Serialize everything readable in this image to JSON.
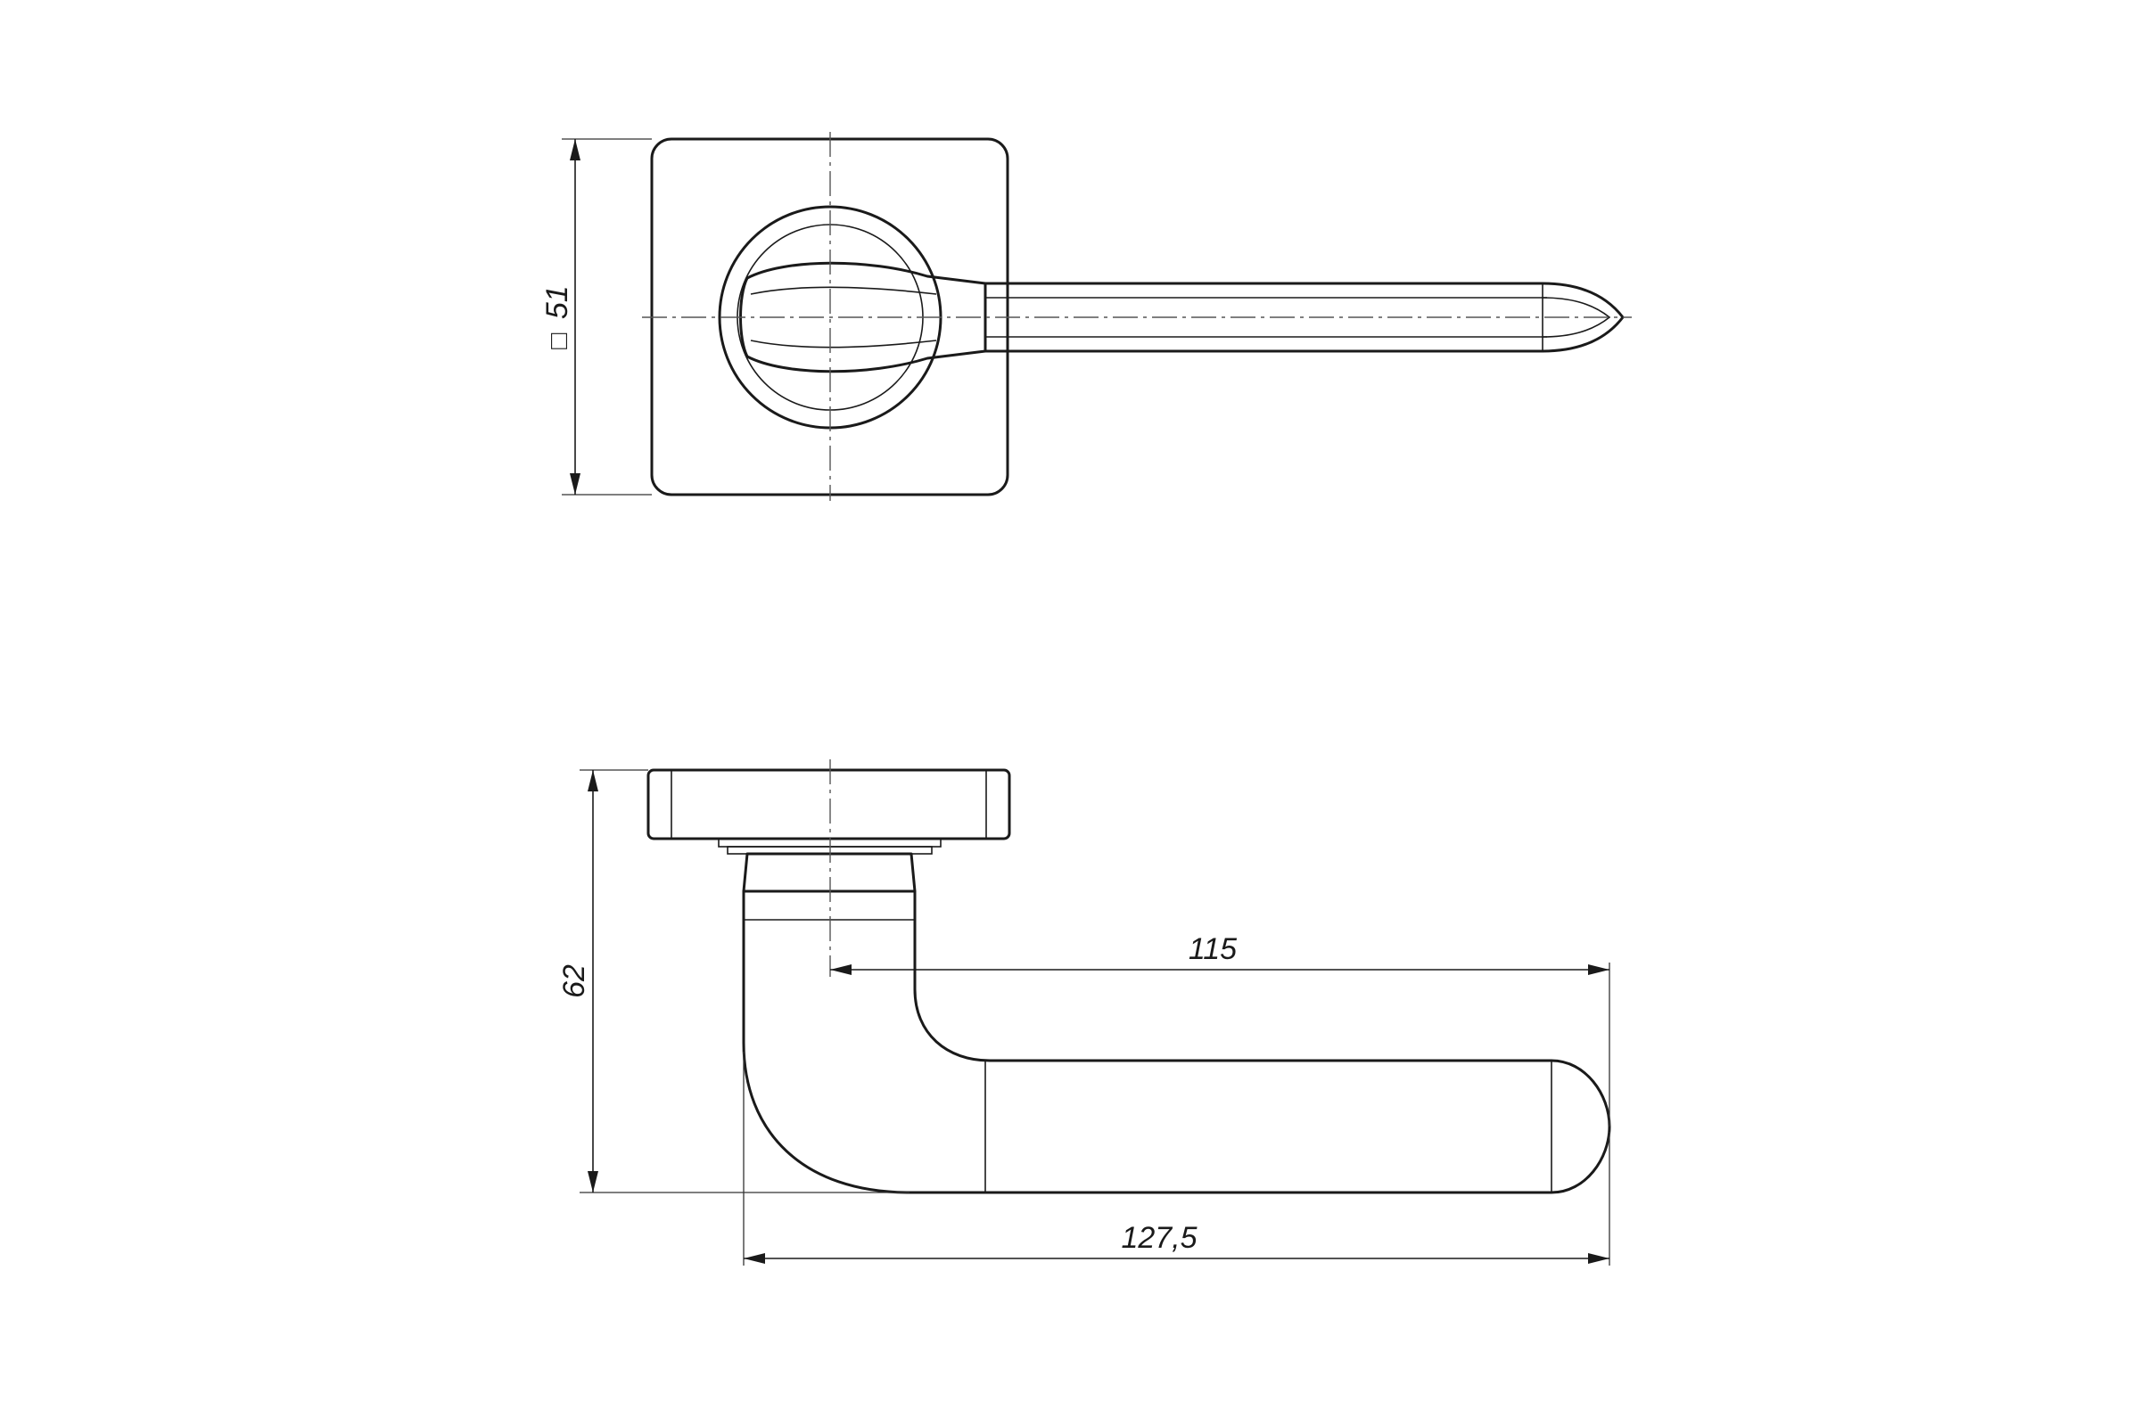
{
  "drawing": {
    "top_view": {
      "plate_size_symbol": "□",
      "plate_size": "51"
    },
    "side_view": {
      "height": "62",
      "projection": "115",
      "total_length": "127,5"
    }
  },
  "colors": {
    "line": "#1a1a1a",
    "background": "#ffffff"
  }
}
